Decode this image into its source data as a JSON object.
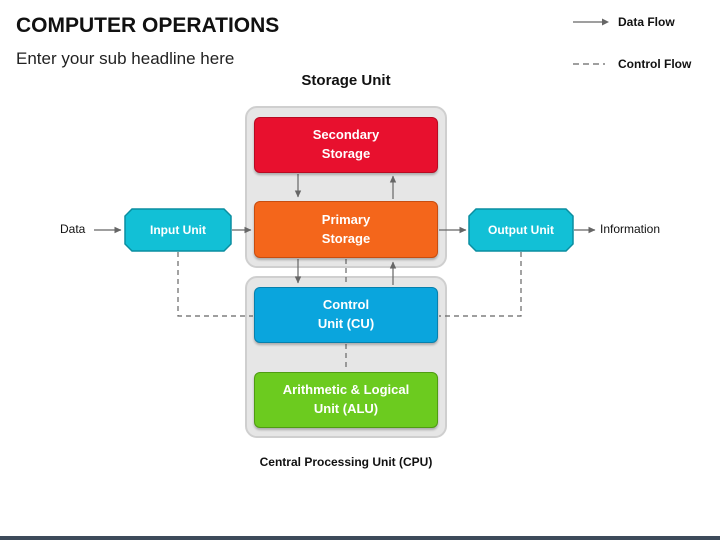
{
  "header": {
    "title": "COMPUTER OPERATIONS",
    "subtitle": "Enter your sub headline here"
  },
  "legend": {
    "data_flow": "Data Flow",
    "control_flow": "Control Flow"
  },
  "groups": {
    "storage_unit": "Storage Unit",
    "cpu": "Central Processing Unit (CPU)"
  },
  "nodes": {
    "secondary_storage": "Secondary\nStorage",
    "primary_storage": "Primary\nStorage",
    "control_unit": "Control\nUnit (CU)",
    "alu": "Arithmetic & Logical\nUnit (ALU)",
    "input_unit": "Input Unit",
    "output_unit": "Output Unit"
  },
  "labels": {
    "data": "Data",
    "information": "Information"
  },
  "colors": {
    "secondary_storage": "#e8102e",
    "primary_storage": "#f4661b",
    "control_unit": "#0aa5dd",
    "alu": "#6ccb1f",
    "io_units": "#12c0d6",
    "group_bg": "#e6e6e6"
  }
}
